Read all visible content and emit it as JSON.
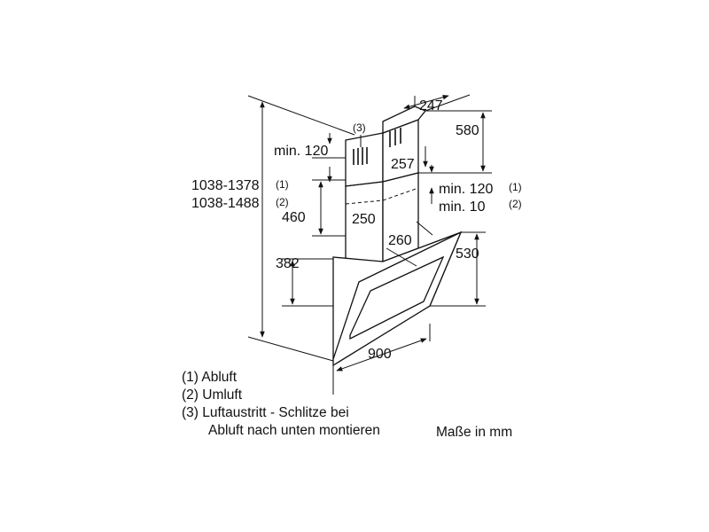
{
  "dimensions": {
    "w247": "247",
    "h580": "580",
    "slots_ref": "(3)",
    "min120_top": "min. 120",
    "w257": "257",
    "total_a": "1038-1378",
    "total_a_ref": "(1)",
    "total_b": "1038-1488",
    "total_b_ref": "(2)",
    "min120_right": "min. 120",
    "min120_right_ref": "(1)",
    "min10": "min. 10",
    "min10_ref": "(2)",
    "h460": "460",
    "w250": "250",
    "w260": "260",
    "h382": "382",
    "h530": "530",
    "w900": "900"
  },
  "legend": [
    "(1) Abluft",
    "(2) Umluft",
    "(3) Luftaustritt - Schlitze bei",
    "Abluft nach unten montieren"
  ],
  "units": "Maße in mm"
}
